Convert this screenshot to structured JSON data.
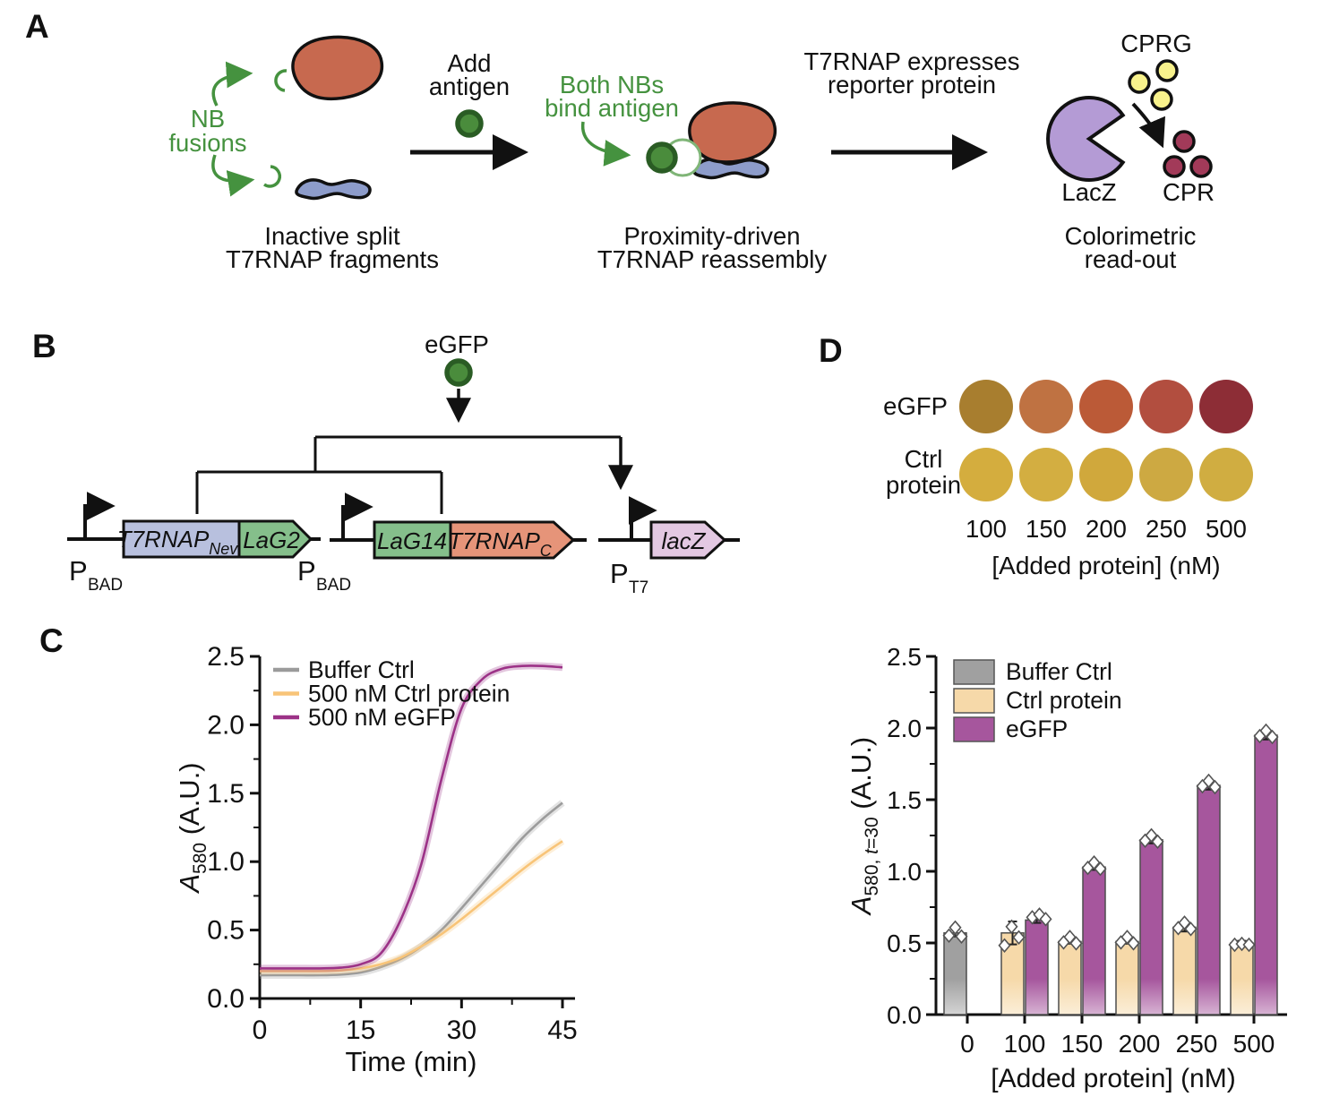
{
  "colors": {
    "green_annotation": "#45923f",
    "antigen_fill": "#4a8c3c",
    "antigen_ring": "#2a5c24",
    "blob_orange": "#c7694f",
    "squiggle_blue": "#8d9cca",
    "cprg_circle": "#f8f28c",
    "cprg_text": "#d3a52b",
    "cpr_circle": "#a23a59",
    "cpr_text": "#a63059",
    "lacz_pacman": "#b49bd5",
    "lacz_text": "#b4a0da",
    "box_periwinkle": "#b8c0de",
    "box_green": "#85bf8b",
    "box_salmon": "#e69479",
    "box_lilac": "#e3c8e2"
  },
  "panel_a": {
    "label": "A",
    "nb_fusions_l1": "NB",
    "nb_fusions_l2": "fusions",
    "add_antigen_l1": "Add",
    "add_antigen_l2": "antigen",
    "both_nbs_l1": "Both NBs",
    "both_nbs_l2": "bind antigen",
    "expresses_l1": "T7RNAP expresses",
    "expresses_l2": "reporter protein",
    "caption1_l1": "Inactive split",
    "caption1_l2": "T7RNAP fragments",
    "caption2_l1": "Proximity-driven",
    "caption2_l2": "T7RNAP reassembly",
    "caption3_l1": "Colorimetric",
    "caption3_l2": "read-out",
    "cprg": "CPRG",
    "lacz": "LacZ",
    "cpr": "CPR"
  },
  "panel_b": {
    "label": "B",
    "egfp": "eGFP",
    "p1": "P",
    "p1_sub": "BAD",
    "p2": "P",
    "p2_sub": "BAD",
    "p3": "P",
    "p3_sub": "T7",
    "gene1a": "T7RNAP",
    "gene1a_sub": "Nev",
    "gene1b": "LaG2",
    "gene2a": "LaG14",
    "gene2b": "T7RNAP",
    "gene2b_sub": "C",
    "gene3": "lacZ"
  },
  "panel_c": {
    "label": "C",
    "ylabel_pre": "A",
    "ylabel_sub": "580",
    "ylabel_post": " (A.U.)",
    "xlabel": "Time (min)"
  },
  "panel_d": {
    "label": "D",
    "row1": "eGFP",
    "row2_l1": "Ctrl",
    "row2_l2": "protein",
    "cols": [
      "100",
      "150",
      "200",
      "250",
      "500"
    ],
    "plate_axis_label": "[Added protein] (nM)",
    "egfp_well_colors": [
      "#a87e2f",
      "#bf7242",
      "#bb5a37",
      "#b24e3f",
      "#8d2d36"
    ],
    "ctrl_well_colors": [
      "#d4ad3e",
      "#d3ae41",
      "#d0a83c",
      "#cda942",
      "#d0ad41"
    ],
    "ylabel_pre": "A",
    "ylabel_sub1": "580, ",
    "ylabel_sub_it": "t",
    "ylabel_sub2": "=30",
    "ylabel_post": " (A.U.)",
    "xlabel": "[Added protein] (nM)"
  },
  "chart_data": [
    {
      "type": "line",
      "panel": "C",
      "title": "",
      "xlabel": "Time (min)",
      "ylabel": "A580 (A.U.)",
      "xlim": [
        0,
        45
      ],
      "ylim": [
        0,
        2.5
      ],
      "grid": false,
      "legend_position": "top-left",
      "xticks": [
        0,
        15,
        30,
        45
      ],
      "xtick_minor": [
        7.5,
        22.5,
        37.5
      ],
      "yticks": [
        "0.0",
        "0.5",
        "1.0",
        "1.5",
        "2.0",
        "2.5"
      ],
      "ytick_minor": [
        0.25,
        0.75,
        1.25,
        1.75,
        2.25
      ],
      "x": [
        0,
        3,
        6,
        9,
        12,
        15,
        18,
        21,
        24,
        27,
        30,
        33,
        36,
        39,
        42,
        45
      ],
      "series": [
        {
          "name": "Buffer Ctrl",
          "color": "#9b9b9b",
          "y": [
            0.17,
            0.17,
            0.17,
            0.17,
            0.175,
            0.19,
            0.23,
            0.29,
            0.38,
            0.5,
            0.66,
            0.83,
            1.0,
            1.17,
            1.31,
            1.43
          ]
        },
        {
          "name": "500 nM Ctrl protein",
          "color": "#f8c478",
          "y": [
            0.2,
            0.2,
            0.2,
            0.2,
            0.205,
            0.22,
            0.25,
            0.3,
            0.38,
            0.47,
            0.58,
            0.7,
            0.82,
            0.94,
            1.05,
            1.15
          ]
        },
        {
          "name": "500 nM eGFP",
          "color": "#9c3287",
          "y": [
            0.22,
            0.22,
            0.22,
            0.22,
            0.225,
            0.25,
            0.33,
            0.58,
            0.98,
            1.6,
            2.12,
            2.33,
            2.41,
            2.43,
            2.43,
            2.42
          ]
        }
      ]
    },
    {
      "type": "bar",
      "panel": "D",
      "title": "",
      "xlabel": "[Added protein] (nM)",
      "ylabel": "A580, t=30 (A.U.)",
      "categories": [
        "0",
        "100",
        "150",
        "200",
        "250",
        "500"
      ],
      "ylim": [
        0,
        2.5
      ],
      "yticks": [
        "0.0",
        "0.5",
        "1.0",
        "1.5",
        "2.0",
        "2.5"
      ],
      "ytick_minor": [
        0.25,
        0.75,
        1.25,
        1.75,
        2.25
      ],
      "points_per_bar": 3,
      "series": [
        {
          "name": "Buffer Ctrl",
          "color": "#a0a0a0",
          "values": [
            0.57,
            null,
            null,
            null,
            null,
            null
          ],
          "errors": [
            0.025,
            null,
            null,
            null,
            null,
            null
          ]
        },
        {
          "name": "Ctrl protein",
          "color": "#f6d9a9",
          "values": [
            null,
            0.57,
            0.51,
            0.51,
            0.61,
            0.5
          ],
          "errors": [
            null,
            0.08,
            0.015,
            0.015,
            0.03,
            0.015
          ]
        },
        {
          "name": "eGFP",
          "color": "#a6569d",
          "values": [
            null,
            0.66,
            1.03,
            1.22,
            1.6,
            1.95
          ],
          "errors": [
            null,
            0.02,
            0.02,
            0.025,
            0.03,
            0.03
          ]
        }
      ]
    }
  ]
}
